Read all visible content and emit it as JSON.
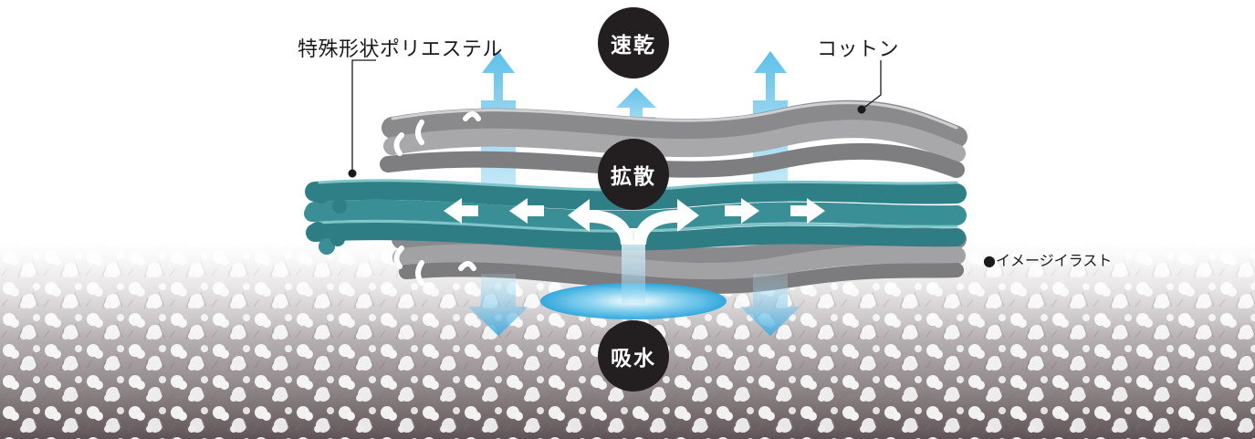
{
  "labels": {
    "polyester": "特殊形状ポリエステル",
    "cotton": "コットン",
    "note": "●イメージイラスト"
  },
  "badges": {
    "quick_dry": "速乾",
    "diffuse": "拡散",
    "absorb": "吸水"
  },
  "colors": {
    "badge_bg": "#231f20",
    "polyester_fiber": "#3a8f96",
    "cotton_fiber": "#9c9c9e",
    "arrow_blue": "#5fc3e8",
    "arrow_white": "#ffffff"
  },
  "icons": [
    "leader-dot-icon",
    "arrow-up-icon",
    "arrow-down-icon",
    "arrow-left-icon",
    "arrow-right-icon",
    "curved-arrow-icon"
  ]
}
